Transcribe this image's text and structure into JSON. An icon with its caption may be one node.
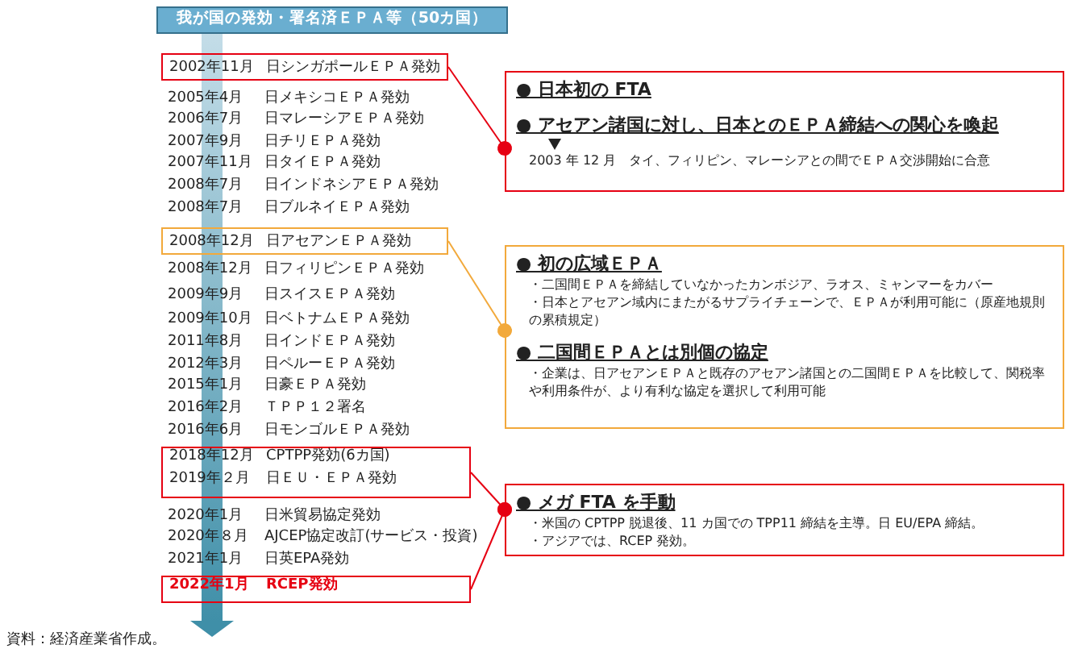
{
  "diagram": {
    "nodes": [
      {
        "text": [
          "我が国の発効・署名済ＥＰＡ等（50カ国）"
        ]
      },
      {
        "text": [
          "2002年11月",
          "日シンガポールＥＰＡ発効"
        ]
      },
      {
        "text": [
          "2008年12月",
          "日アセアンＥＰＡ発効"
        ]
      },
      {
        "text": [
          "2018年12月",
          "CPTPP発効(6カ国)",
          "2019年２月",
          "日ＥＵ・ＥＰＡ発効"
        ]
      },
      {
        "text": [
          "2022年1月",
          "RCEP発効"
        ]
      },
      {
        "text": [
          "● 日本初の FTA",
          "● アセアン諸国に対し、日本とのＥＰＡ締結への関心を喚起",
          "2003 年 12 月　タイ、フィリピン、マレーシアとの間でＥＰＡ交渉開始に合意"
        ]
      },
      {
        "text": [
          "● 初の広域ＥＰＡ",
          "・二国間ＥＰＡを締結していなかったカンボジア、ラオス、ミャンマーをカバー",
          "・日本とアセアン域内にまたがるサプライチェーンで、ＥＰＡが利用可能に（原産地規則の累積規定）",
          "● 二国間ＥＰＡとは別個の協定",
          "・企業は、日アセアンＥＰＡと既存のアセアン諸国との二国間ＥＰＡを比較して、関税率や利用条件が、より有利な協定を選択して利用可能"
        ]
      },
      {
        "text": [
          "● メガ FTA を手動",
          "・米国の CPTPP 脱退後、11 カ国での TPP11 締結を主導。日 EU/EPA 締結。",
          "・アジアでは、RCEP 発効。"
        ]
      }
    ],
    "edges": [
      {
        "from": 1,
        "to": 5,
        "arrow": "other",
        "color": "#e60012"
      },
      {
        "from": 2,
        "to": 6,
        "arrow": "other",
        "color": "#f2a93b"
      },
      {
        "from": 3,
        "to": 7,
        "arrow": "other",
        "color": "#e60012"
      },
      {
        "from": 4,
        "to": 7,
        "arrow": "other",
        "color": "#e60012"
      }
    ],
    "labels": [
      "2005年4月",
      "日メキシコＥＰＡ発効",
      "2006年7月",
      "日マレーシアＥＰＡ発効",
      "2007年9月",
      "日チリＥＰＡ発効",
      "2007年11月",
      "日タイＥＰＡ発効",
      "2008年7月",
      "日インドネシアＥＰＡ発効",
      "2008年7月",
      "日ブルネイＥＰＡ発効",
      "2008年12月",
      "日フィリピンＥＰＡ発効",
      "2009年9月",
      "日スイスＥＰＡ発効",
      "2009年10月",
      "日ベトナムＥＰＡ発効",
      "2011年8月",
      "日インドＥＰＡ発効",
      "2012年3月",
      "日ペルーＥＰＡ発効",
      "2015年1月",
      "日豪ＥＰＡ発効",
      "2016年2月",
      "ＴＰＰ１２署名",
      "2016年6月",
      "日モンゴルＥＰＡ発効",
      "2020年1月",
      "日米貿易協定発効",
      "2020年８月",
      "AJCEP協定改訂(サービス・投資)",
      "2021年1月",
      "日英EPA発効",
      "資料：経済産業省作成。"
    ]
  }
}
